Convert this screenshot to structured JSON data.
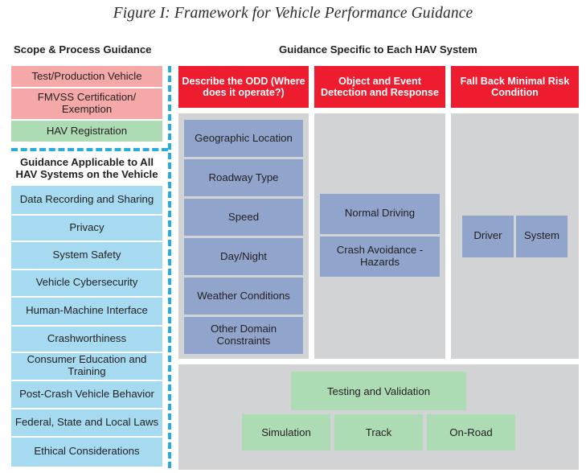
{
  "figure": {
    "title": "Figure I: Framework for Vehicle Performance Guidance"
  },
  "columns": {
    "left_caption": "Scope & Process Guidance",
    "right_caption": "Guidance Specific to Each HAV System"
  },
  "colors": {
    "pink": "#F4A8A8",
    "green": "#ADDCB4",
    "light_blue": "#A6DAF0",
    "slate_blue": "#90A4CC",
    "red": "#ED1C2E",
    "gray_panel": "#D1D3D4",
    "dashed_blue": "#29ABE2"
  },
  "scope_process": {
    "top_items": [
      {
        "label": "Test/Production Vehicle",
        "color": "pink"
      },
      {
        "label": "FMVSS Certification/ Exemption",
        "color": "pink"
      },
      {
        "label": "HAV Registration",
        "color": "green"
      }
    ],
    "subheading": "Guidance Applicable to All HAV Systems on the Vehicle",
    "guidance_items": [
      {
        "label": "Data Recording and Sharing"
      },
      {
        "label": "Privacy"
      },
      {
        "label": "System Safety"
      },
      {
        "label": "Vehicle Cybersecurity"
      },
      {
        "label": "Human-Machine Interface"
      },
      {
        "label": "Crashworthiness"
      },
      {
        "label": "Consumer Education and Training"
      },
      {
        "label": "Post-Crash Vehicle Behavior"
      },
      {
        "label": "Federal, State and Local Laws"
      },
      {
        "label": "Ethical Considerations"
      }
    ]
  },
  "hav_columns": [
    {
      "header": "Describe the ODD (Where does it operate?)",
      "items": [
        "Geographic Location",
        "Roadway Type",
        "Speed",
        "Day/Night",
        "Weather Conditions",
        "Other Domain Constraints"
      ]
    },
    {
      "header": "Object and Event Detection and Response",
      "items": [
        "Normal Driving",
        "Crash Avoidance - Hazards"
      ]
    },
    {
      "header": "Fall Back Minimal Risk Condition",
      "items": [
        "Driver",
        "System"
      ]
    }
  ],
  "testing": {
    "main": "Testing and Validation",
    "methods": [
      "Simulation",
      "Track",
      "On-Road"
    ]
  }
}
